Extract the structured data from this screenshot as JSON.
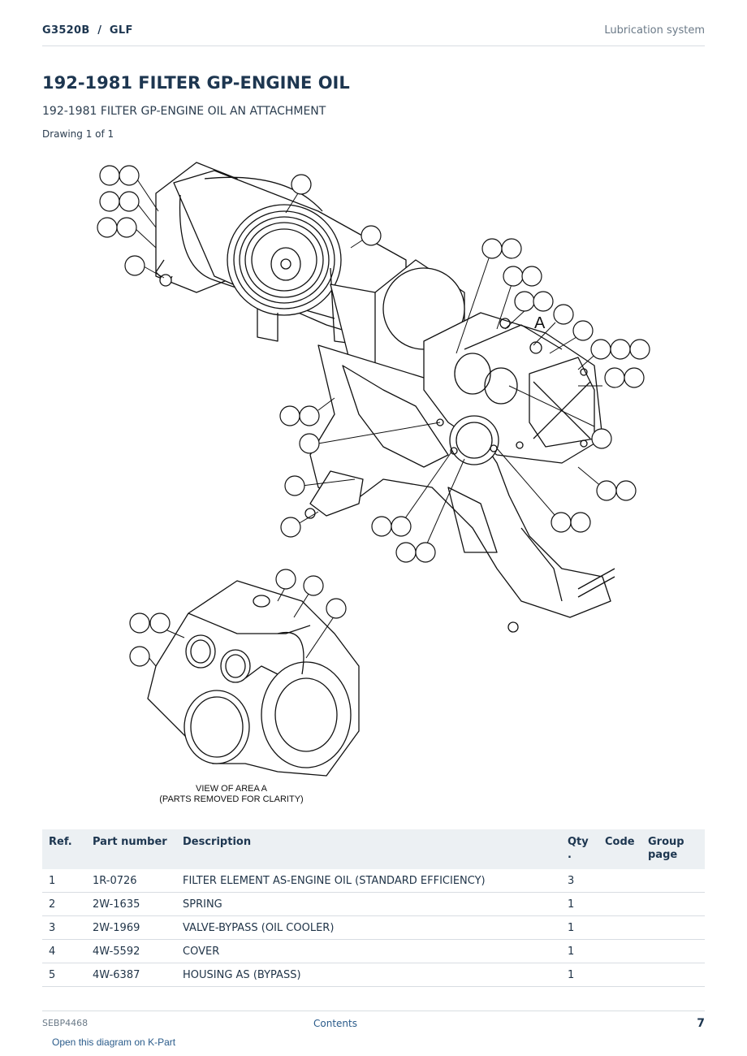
{
  "header": {
    "model": "G3520B  /  GLF",
    "section": "Lubrication system"
  },
  "title": "192-1981 FILTER GP-ENGINE OIL",
  "subtitle": "192-1981 FILTER GP-ENGINE OIL AN ATTACHMENT",
  "drawing_count": "Drawing 1 of 1",
  "diagram": {
    "area_label": "A",
    "caption_line1": "VIEW OF AREA A",
    "caption_line2": "(PARTS REMOVED FOR CLARITY)"
  },
  "table": {
    "headers": {
      "ref": "Ref.",
      "part_number": "Part number",
      "description": "Description",
      "qty": "Qty\n.",
      "code": "Code",
      "group_page": "Group\npage"
    },
    "rows": [
      {
        "ref": "1",
        "part_number": "1R-0726",
        "description": "FILTER ELEMENT AS-ENGINE OIL (STANDARD EFFICIENCY)",
        "qty": "3",
        "code": "",
        "group_page": ""
      },
      {
        "ref": "2",
        "part_number": "2W-1635",
        "description": "SPRING",
        "qty": "1",
        "code": "",
        "group_page": ""
      },
      {
        "ref": "3",
        "part_number": "2W-1969",
        "description": "VALVE-BYPASS (OIL COOLER)",
        "qty": "1",
        "code": "",
        "group_page": ""
      },
      {
        "ref": "4",
        "part_number": "4W-5592",
        "description": "COVER",
        "qty": "1",
        "code": "",
        "group_page": ""
      },
      {
        "ref": "5",
        "part_number": "4W-6387",
        "description": "HOUSING AS (BYPASS)",
        "qty": "1",
        "code": "",
        "group_page": ""
      }
    ]
  },
  "footer": {
    "doc_id": "SEBP4468",
    "contents_link": "Contents",
    "page_number": "7",
    "kpart_link": "Open this diagram on K-Part"
  }
}
